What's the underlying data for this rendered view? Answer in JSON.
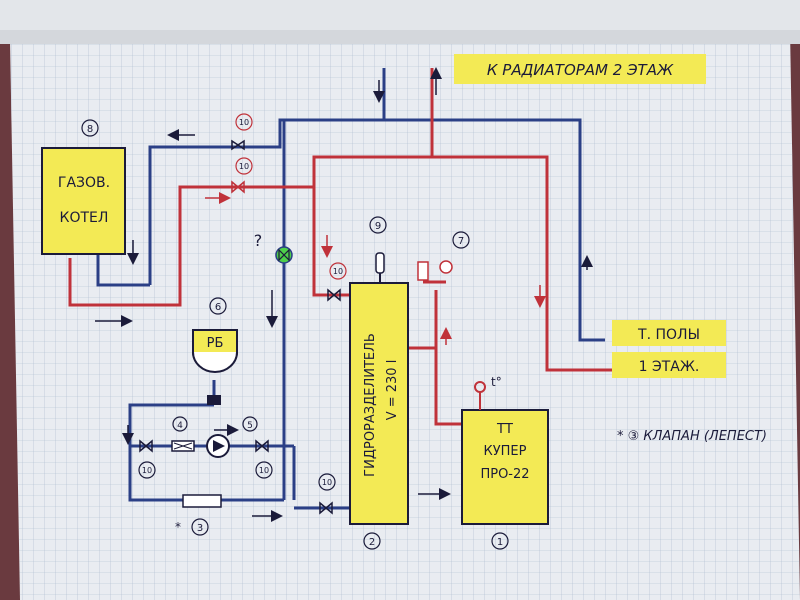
{
  "header": {
    "text": "К РАДИАТОРАМ 2 ЭТАЖ"
  },
  "boiler_gas": {
    "line1": "ГАЗОВ.",
    "line2": "КОТЕЛ",
    "num": "8"
  },
  "separator": {
    "text": "ГИДРОРАЗДЕЛИТЕЛЬ",
    "vol": "V = 230 l",
    "num": "2"
  },
  "boiler_tt": {
    "line1": "ТТ",
    "line2": "КУПЕР",
    "line3": "ПРО-22",
    "num": "1"
  },
  "expansion_tank": {
    "label": "РБ",
    "num": "6"
  },
  "floor_heating": {
    "line1": "Т. ПОЛЫ",
    "line2": "1 ЭТАЖ."
  },
  "note": {
    "text": "* ③ КЛАПАН (ЛЕПЕСТ)"
  },
  "markers": {
    "valve_top": "10",
    "valve_upper": "10",
    "valve_sep": "10",
    "valve_bot_right": "10",
    "valve_left": "10",
    "valve_pump_right": "10",
    "air_vent": "9",
    "group7": "7",
    "filter": "4",
    "pump": "5",
    "check_valve": "3",
    "check_prefix": "*",
    "question": "?",
    "temp": "t°"
  },
  "colors": {
    "paper": "#e9ecf1",
    "grid": "#a9b9cf",
    "blue_pipe": "#2b3f86",
    "red_pipe": "#c0323a",
    "yellow": "#f3ea55",
    "ink": "#1b1b3a"
  }
}
